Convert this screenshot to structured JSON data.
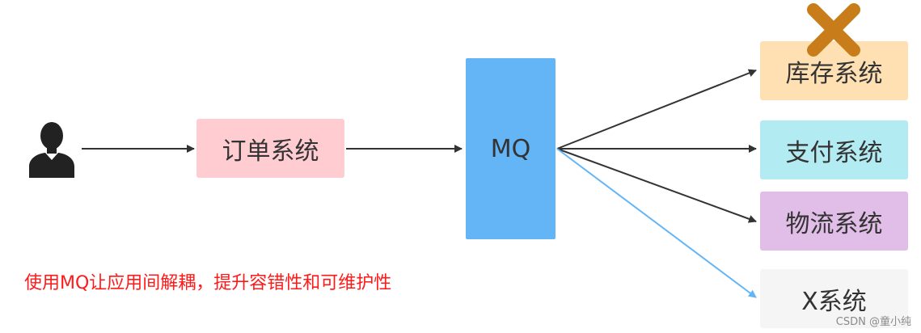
{
  "nodes": {
    "order": "订单系统",
    "mq": "MQ",
    "stock": "库存系统",
    "payment": "支付系统",
    "logistics": "物流系统",
    "x_system": "X系统"
  },
  "caption": "使用MQ让应用间解耦，提升容错性和可维护性",
  "watermark": "CSDN @童小纯",
  "icons": {
    "user": "user-icon",
    "failure": "cross-icon"
  },
  "colors": {
    "order_box": "#ffccd2",
    "mq_box": "#64b5f6",
    "stock_box": "#ffe0b3",
    "payment_box": "#b2ebf2",
    "logistics_box": "#e1bee7",
    "x_box": "#f5f5f5",
    "cross": "#c97d1a",
    "caption": "#ff1a1a",
    "arrow": "#333333",
    "new_arrow": "#64b5f6"
  }
}
